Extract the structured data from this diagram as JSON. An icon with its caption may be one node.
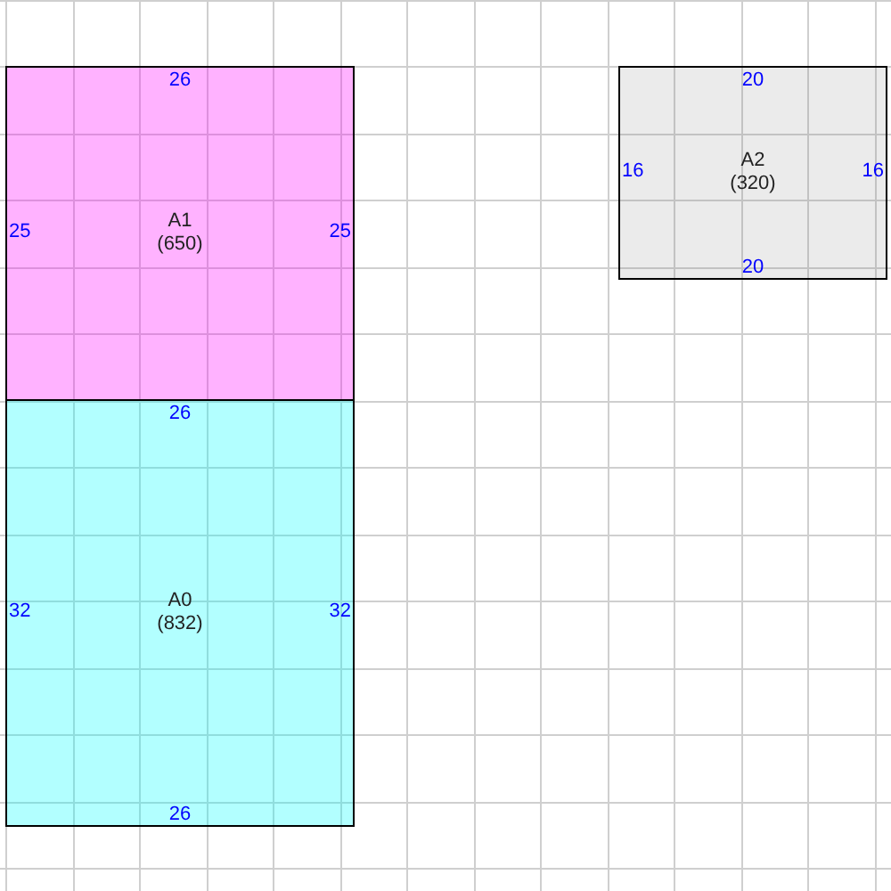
{
  "diagram": {
    "nodes": [
      {
        "text": [
          "26",
          "25",
          "A1",
          "(650)",
          "25"
        ]
      },
      {
        "text": [
          "20",
          "16",
          "A2",
          "(320)",
          "16",
          "20"
        ]
      },
      {
        "text": [
          "26",
          "32",
          "A0",
          "(832)",
          "32",
          "26"
        ]
      }
    ]
  }
}
